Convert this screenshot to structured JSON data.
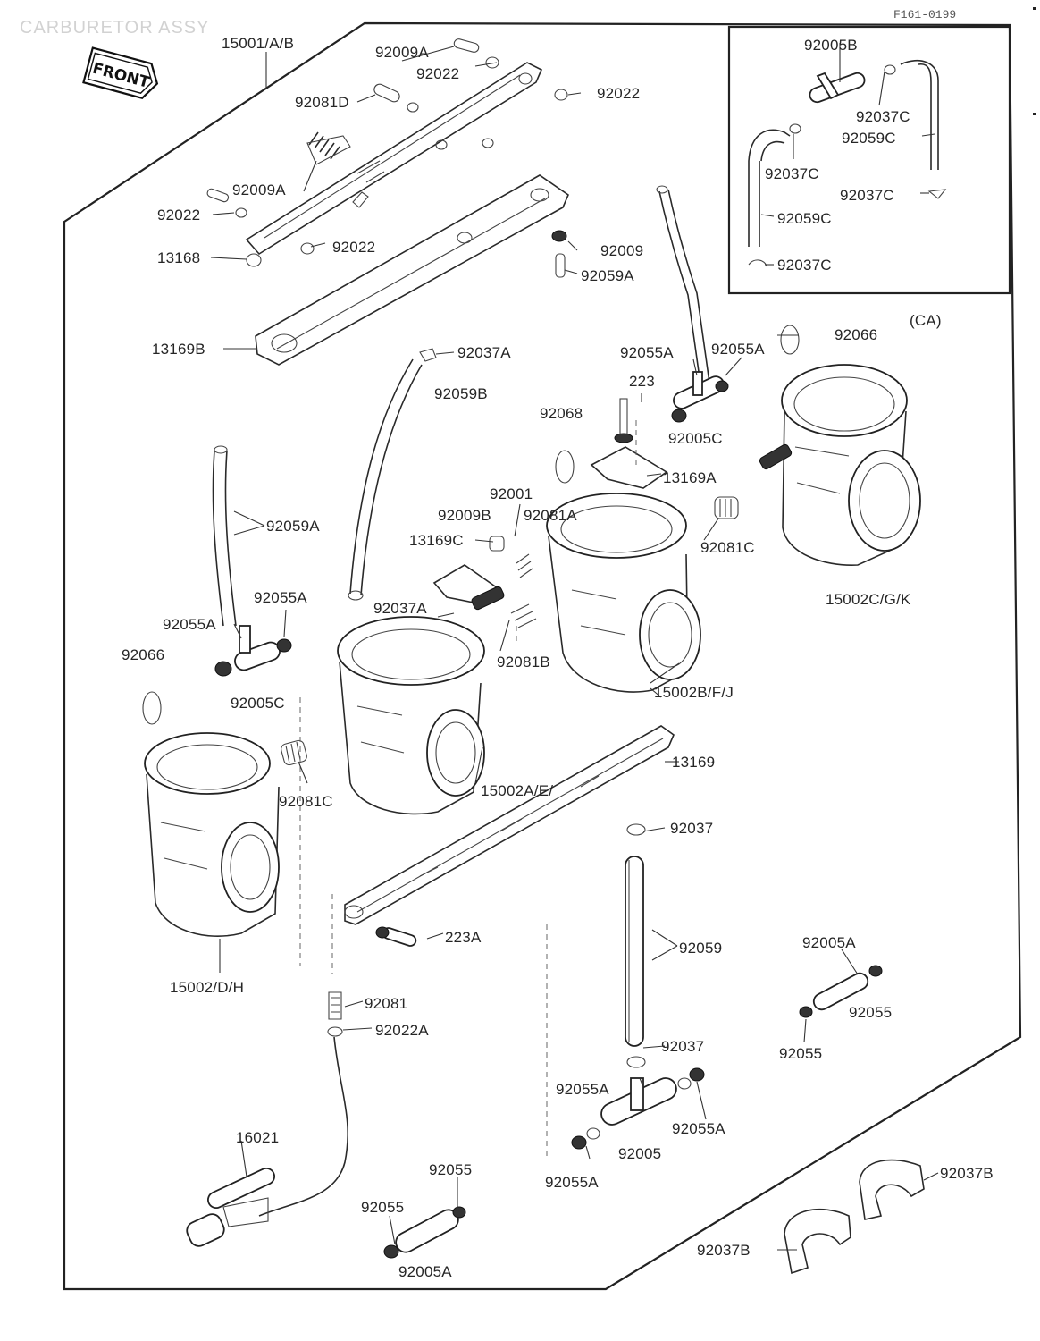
{
  "header": {
    "title": "CARBURETOR ASSY",
    "code": "F161-0199"
  },
  "front_badge": "FRONT",
  "inset_box": {
    "tag": "(CA)",
    "labels": [
      "92005B",
      "92037C",
      "92059C",
      "92037C",
      "92037C",
      "92059C",
      "92037C"
    ]
  },
  "part_labels": [
    "15001/A/B",
    "92009A",
    "92022",
    "92022",
    "92081D",
    "92009A",
    "92022",
    "13168",
    "92022",
    "13169B",
    "92009",
    "92059A",
    "92037A",
    "92059B",
    "92055A",
    "92055A",
    "92066",
    "223",
    "92068",
    "92005C",
    "13169A",
    "92001",
    "92009B",
    "92081A",
    "13169C",
    "92081C",
    "15002C/G/K",
    "92059A",
    "92055A",
    "92055A",
    "92037A",
    "92066",
    "92081B",
    "92005C",
    "15002B/F/J",
    "13169",
    "92081C",
    "15002A/E/",
    "92037",
    "223A",
    "92059",
    "92005A",
    "15002/D/H",
    "92081",
    "92022A",
    "92055",
    "92055",
    "92037",
    "92055A",
    "16021",
    "92005",
    "92055A",
    "92055A",
    "92037B",
    "92055",
    "92055",
    "92005A",
    "92037B"
  ]
}
